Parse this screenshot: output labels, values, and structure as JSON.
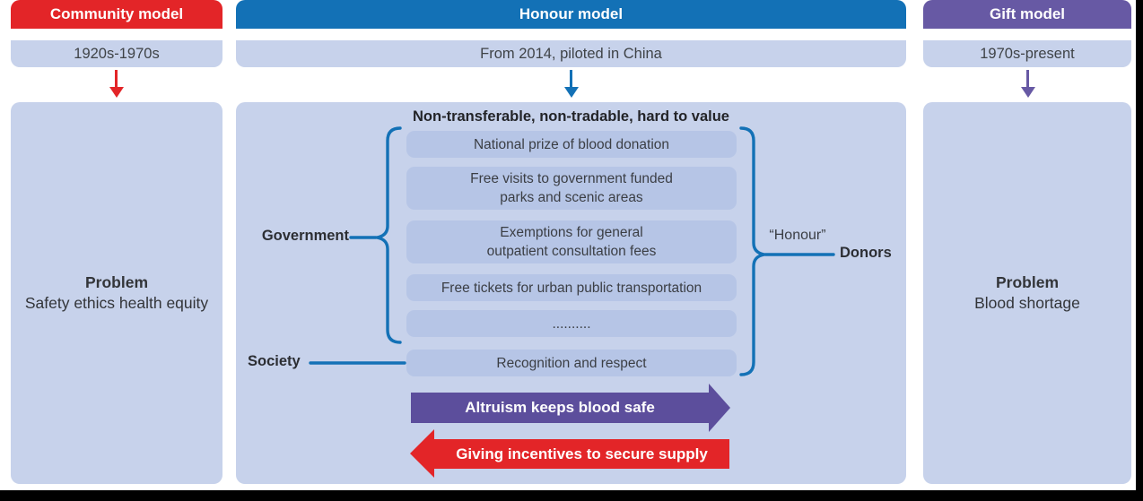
{
  "community": {
    "title": "Community model",
    "period": "1920s-1970s",
    "problem_label": "Problem",
    "problem_text": "Safety ethics health equity"
  },
  "honour": {
    "title": "Honour model",
    "period": "From 2014, piloted in China",
    "panel_title": "Non-transferable, non-tradable, hard to value",
    "items": [
      "National prize of blood donation",
      "Free visits to government funded\nparks and scenic areas",
      "Exemptions for general\noutpatient consultation fees",
      "Free tickets for urban public transportation",
      "..........",
      "Recognition and respect"
    ],
    "government_label": "Government",
    "society_label": "Society",
    "honour_label": "“Honour”",
    "donors_label": "Donors",
    "altruism_arrow": "Altruism keeps blood safe",
    "incentives_arrow": "Giving incentives to secure supply"
  },
  "gift": {
    "title": "Gift model",
    "period": "1970s-present",
    "problem_label": "Problem",
    "problem_text": "Blood shortage"
  },
  "colors": {
    "community_red": "#e32528",
    "honour_blue": "#1371b6",
    "gift_purple": "#6759a4",
    "altruism_purple": "#5c4e9c",
    "panel_lavender": "#c7d2eb",
    "pill_lavender": "#b6c5e6"
  }
}
